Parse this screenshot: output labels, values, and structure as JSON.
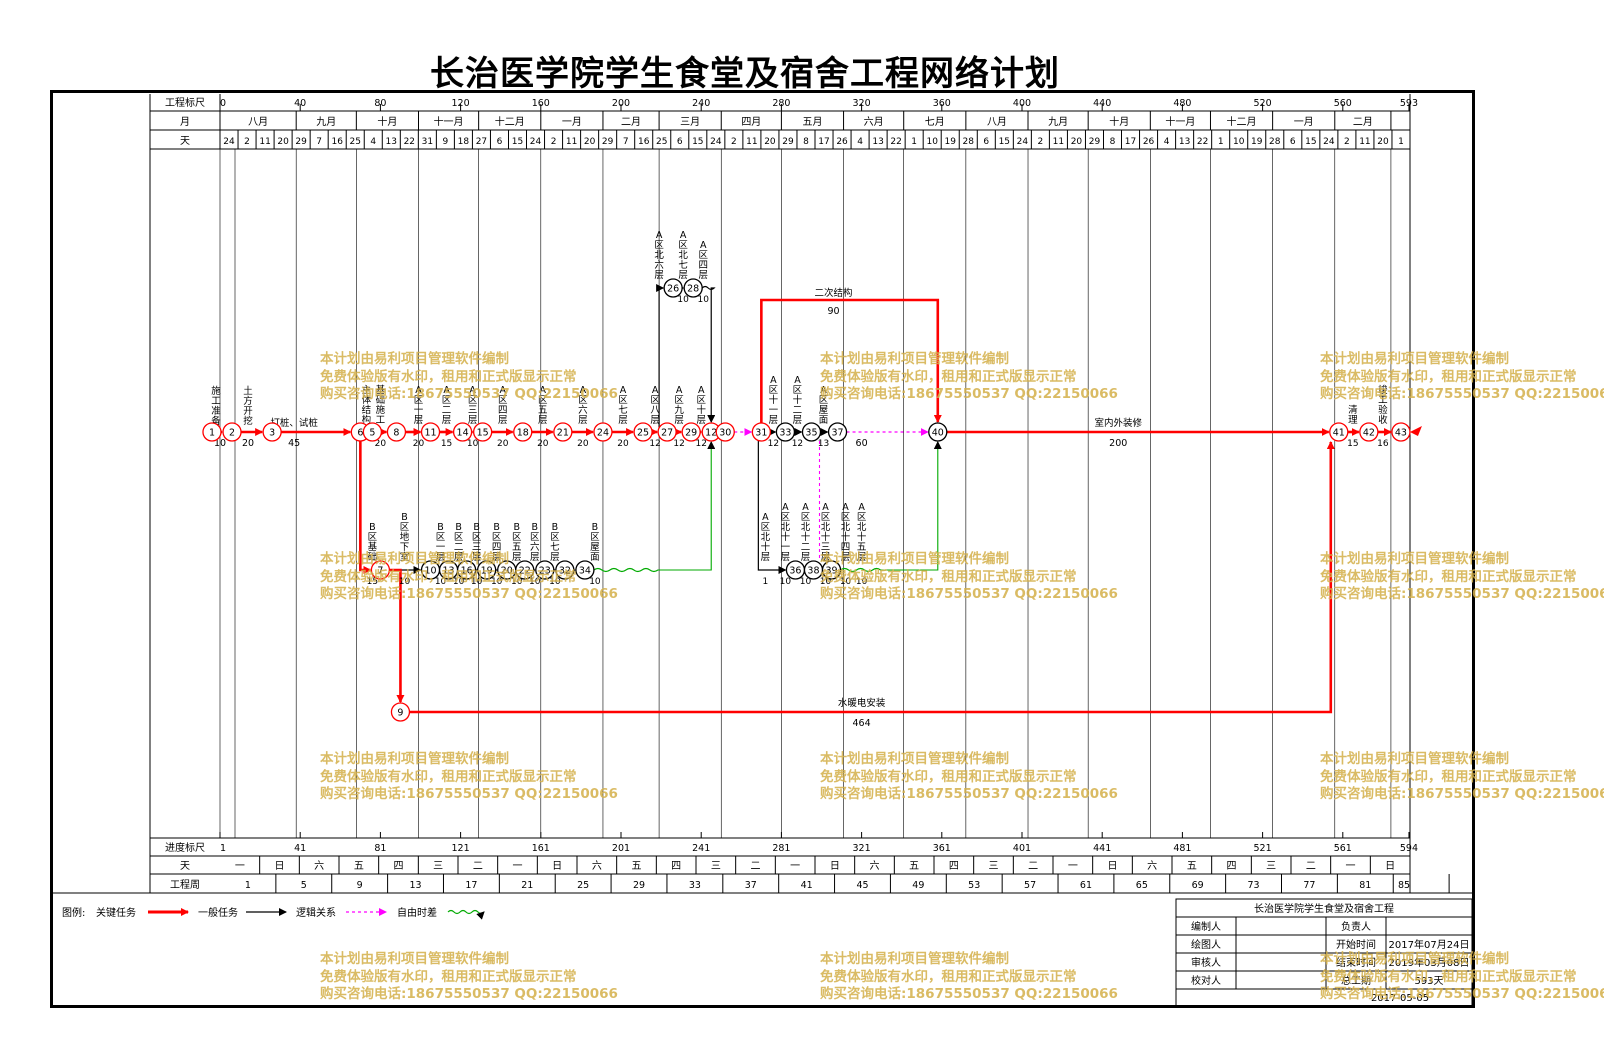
{
  "title": "长治医学院学生食堂及宿舍工程网络计划",
  "header": {
    "scale_label": "工程标尺",
    "month_label": "月",
    "day_label": "天",
    "scale_ticks": [
      "0",
      "40",
      "80",
      "120",
      "160",
      "200",
      "240",
      "280",
      "320",
      "360",
      "400",
      "440",
      "480",
      "520",
      "560",
      "593"
    ],
    "months": [
      {
        "label": "八月",
        "d0": 0,
        "d1": 38
      },
      {
        "label": "九月",
        "d0": 38,
        "d1": 68
      },
      {
        "label": "十月",
        "d0": 68,
        "d1": 99
      },
      {
        "label": "十一月",
        "d0": 99,
        "d1": 129
      },
      {
        "label": "十二月",
        "d0": 129,
        "d1": 160
      },
      {
        "label": "一月",
        "d0": 160,
        "d1": 191
      },
      {
        "label": "二月",
        "d0": 191,
        "d1": 219
      },
      {
        "label": "三月",
        "d0": 219,
        "d1": 250
      },
      {
        "label": "四月",
        "d0": 250,
        "d1": 280
      },
      {
        "label": "五月",
        "d0": 280,
        "d1": 311
      },
      {
        "label": "六月",
        "d0": 311,
        "d1": 341
      },
      {
        "label": "七月",
        "d0": 341,
        "d1": 372
      },
      {
        "label": "八月",
        "d0": 372,
        "d1": 403
      },
      {
        "label": "九月",
        "d0": 403,
        "d1": 433
      },
      {
        "label": "十月",
        "d0": 433,
        "d1": 464
      },
      {
        "label": "十一月",
        "d0": 464,
        "d1": 494
      },
      {
        "label": "十二月",
        "d0": 494,
        "d1": 525
      },
      {
        "label": "一月",
        "d0": 525,
        "d1": 556
      },
      {
        "label": "二月",
        "d0": 556,
        "d1": 584
      }
    ],
    "days": [
      "24",
      "2",
      "11",
      "20",
      "29",
      "7",
      "16",
      "25",
      "4",
      "13",
      "22",
      "31",
      "9",
      "18",
      "27",
      "6",
      "15",
      "24",
      "2",
      "11",
      "20",
      "29",
      "7",
      "16",
      "25",
      "6",
      "15",
      "24",
      "2",
      "11",
      "20",
      "29",
      "8",
      "17",
      "26",
      "4",
      "13",
      "22",
      "1",
      "10",
      "19",
      "28",
      "6",
      "15",
      "24",
      "2",
      "11",
      "20",
      "29",
      "8",
      "17",
      "26",
      "4",
      "13",
      "22",
      "1",
      "10",
      "19",
      "28",
      "6",
      "15",
      "24",
      "2",
      "11",
      "20",
      "1"
    ]
  },
  "footer": {
    "progress_label": "进度标尺",
    "weekday_label": "天",
    "week_label": "工程周",
    "progress_ticks": [
      "1",
      "41",
      "81",
      "121",
      "161",
      "201",
      "241",
      "281",
      "321",
      "361",
      "401",
      "441",
      "481",
      "521",
      "561",
      "594"
    ],
    "weekdays": [
      "一",
      "日",
      "六",
      "五",
      "四",
      "三",
      "二",
      "一",
      "日",
      "六",
      "五",
      "四",
      "三",
      "二",
      "一",
      "日",
      "六",
      "五",
      "四",
      "三",
      "二",
      "一",
      "日",
      "六",
      "五",
      "四",
      "三",
      "二",
      "一",
      "日"
    ],
    "weeks": [
      "1",
      "5",
      "9",
      "13",
      "17",
      "21",
      "25",
      "29",
      "33",
      "37",
      "41",
      "45",
      "49",
      "53",
      "57",
      "61",
      "65",
      "69",
      "73",
      "77",
      "81",
      "85"
    ]
  },
  "legend": {
    "prefix": "图例:",
    "critical": "关键任务",
    "normal": "一般任务",
    "logic": "逻辑关系",
    "float": "自由时差"
  },
  "info": {
    "project": "长治医学院学生食堂及宿舍工程",
    "editor_label": "编制人",
    "owner_label": "负责人",
    "drawer_label": "绘图人",
    "start_label": "开始时间",
    "start_value": "2017年07月24日",
    "reviewer_label": "审核人",
    "end_label": "结束时间",
    "end_value": "2019年03月08日",
    "checker_label": "校对人",
    "duration_label": "总工期",
    "duration_value": "593天",
    "date_value": "2017-05-05"
  },
  "watermark": {
    "line1": "本计划由易利项目管理软件编制",
    "line2": "免费体验版有水印，租用和正式版显示正常",
    "line3": "购买咨询电话:18675550537 QQ:22150066"
  },
  "network": {
    "nodes": [
      {
        "id": "1",
        "day": -4,
        "row": 0,
        "critical": true
      },
      {
        "id": "2",
        "day": 6,
        "row": 0,
        "critical": true
      },
      {
        "id": "3",
        "day": 26,
        "row": 0,
        "critical": true
      },
      {
        "id": "6",
        "day": 70,
        "row": 0,
        "critical": true
      },
      {
        "id": "5",
        "day": 76,
        "row": 0,
        "critical": true
      },
      {
        "id": "8",
        "day": 88,
        "row": 0,
        "critical": true
      },
      {
        "id": "11",
        "day": 105,
        "row": 0,
        "critical": true
      },
      {
        "id": "14",
        "day": 121,
        "row": 0,
        "critical": true
      },
      {
        "id": "15",
        "day": 131,
        "row": 0,
        "critical": true
      },
      {
        "id": "18",
        "day": 151,
        "row": 0,
        "critical": true
      },
      {
        "id": "21",
        "day": 171,
        "row": 0,
        "critical": true
      },
      {
        "id": "24",
        "day": 191,
        "row": 0,
        "critical": true
      },
      {
        "id": "25",
        "day": 211,
        "row": 0,
        "critical": true
      },
      {
        "id": "27",
        "day": 223,
        "row": 0,
        "critical": true
      },
      {
        "id": "29",
        "day": 235,
        "row": 0,
        "critical": true
      },
      {
        "id": "12",
        "day": 245,
        "row": 0,
        "critical": true
      },
      {
        "id": "30",
        "day": 252,
        "row": 0,
        "critical": true
      },
      {
        "id": "31",
        "day": 270,
        "row": 0,
        "critical": true
      },
      {
        "id": "33",
        "day": 282,
        "row": 0,
        "critical": false
      },
      {
        "id": "35",
        "day": 295,
        "row": 0,
        "critical": false
      },
      {
        "id": "37",
        "day": 308,
        "row": 0,
        "critical": false
      },
      {
        "id": "40",
        "day": 358,
        "row": 0,
        "critical": false
      },
      {
        "id": "41",
        "day": 558,
        "row": 0,
        "critical": true
      },
      {
        "id": "42",
        "day": 573,
        "row": 0,
        "critical": true
      },
      {
        "id": "43",
        "day": 589,
        "row": 0,
        "critical": true
      },
      {
        "id": "26",
        "day": 226,
        "row": -1,
        "critical": false
      },
      {
        "id": "28",
        "day": 236,
        "row": -1,
        "critical": false
      },
      {
        "id": "7",
        "day": 80,
        "row": 1,
        "critical": true
      },
      {
        "id": "10",
        "day": 105,
        "row": 1,
        "critical": false
      },
      {
        "id": "13",
        "day": 114,
        "row": 1,
        "critical": false
      },
      {
        "id": "16",
        "day": 123,
        "row": 1,
        "critical": false
      },
      {
        "id": "19",
        "day": 133,
        "row": 1,
        "critical": false
      },
      {
        "id": "20",
        "day": 143,
        "row": 1,
        "critical": false
      },
      {
        "id": "22",
        "day": 152,
        "row": 1,
        "critical": false
      },
      {
        "id": "23",
        "day": 162,
        "row": 1,
        "critical": false
      },
      {
        "id": "32",
        "day": 172,
        "row": 1,
        "critical": false
      },
      {
        "id": "34",
        "day": 182,
        "row": 1,
        "critical": false
      },
      {
        "id": "36",
        "day": 287,
        "row": 1,
        "critical": false
      },
      {
        "id": "38",
        "day": 296,
        "row": 1,
        "critical": false
      },
      {
        "id": "39",
        "day": 305,
        "row": 1,
        "critical": false
      },
      {
        "id": "9",
        "day": 90,
        "row": 2,
        "critical": true
      }
    ],
    "task_names": {
      "t1": "施工准备",
      "t2": "土方开挖",
      "t3": "打桩、试桩",
      "t4": "基础施工",
      "t5": "主体结构",
      "t6": "A区一层",
      "t7": "A区二层",
      "t8": "A区三层",
      "t9": "A区四层",
      "t10": "A区五层",
      "t11": "A区六层",
      "t12": "A区七层",
      "t13": "A区八层",
      "t14": "A区九层",
      "t15": "A区十层",
      "t16": "A区十一层",
      "t17": "A区十二层",
      "t18": "A区屋面",
      "t19": "A区北六层",
      "t20": "A区北七层",
      "t21": "二次结构",
      "t22": "室内外装修",
      "t23": "竣工验收",
      "t24": "水暖电安装",
      "t25": "B区基础",
      "t26": "B区地下室",
      "t27": "B区一层",
      "t28": "B区二层",
      "t29": "B区三层",
      "t30": "B区四层",
      "t31": "B区五层",
      "t32": "B区六层",
      "t33": "B区七层",
      "t34": "B区屋面",
      "t35": "A区北十层",
      "t36": "A区北十一层",
      "t37": "A区北十二层",
      "t38": "A区北十三层",
      "t39": "A区北十四层",
      "t40": "A区北十五层",
      "t41": "清理"
    },
    "durations": {
      "t1": "10",
      "t2": "20",
      "t3": "45",
      "t21": "90",
      "t22": "200",
      "t24": "464",
      "float60": "60",
      "d10": "10",
      "d12": "12",
      "d13": "13",
      "d15": "15",
      "d16": "16",
      "d20": "20",
      "d1": "1"
    }
  }
}
